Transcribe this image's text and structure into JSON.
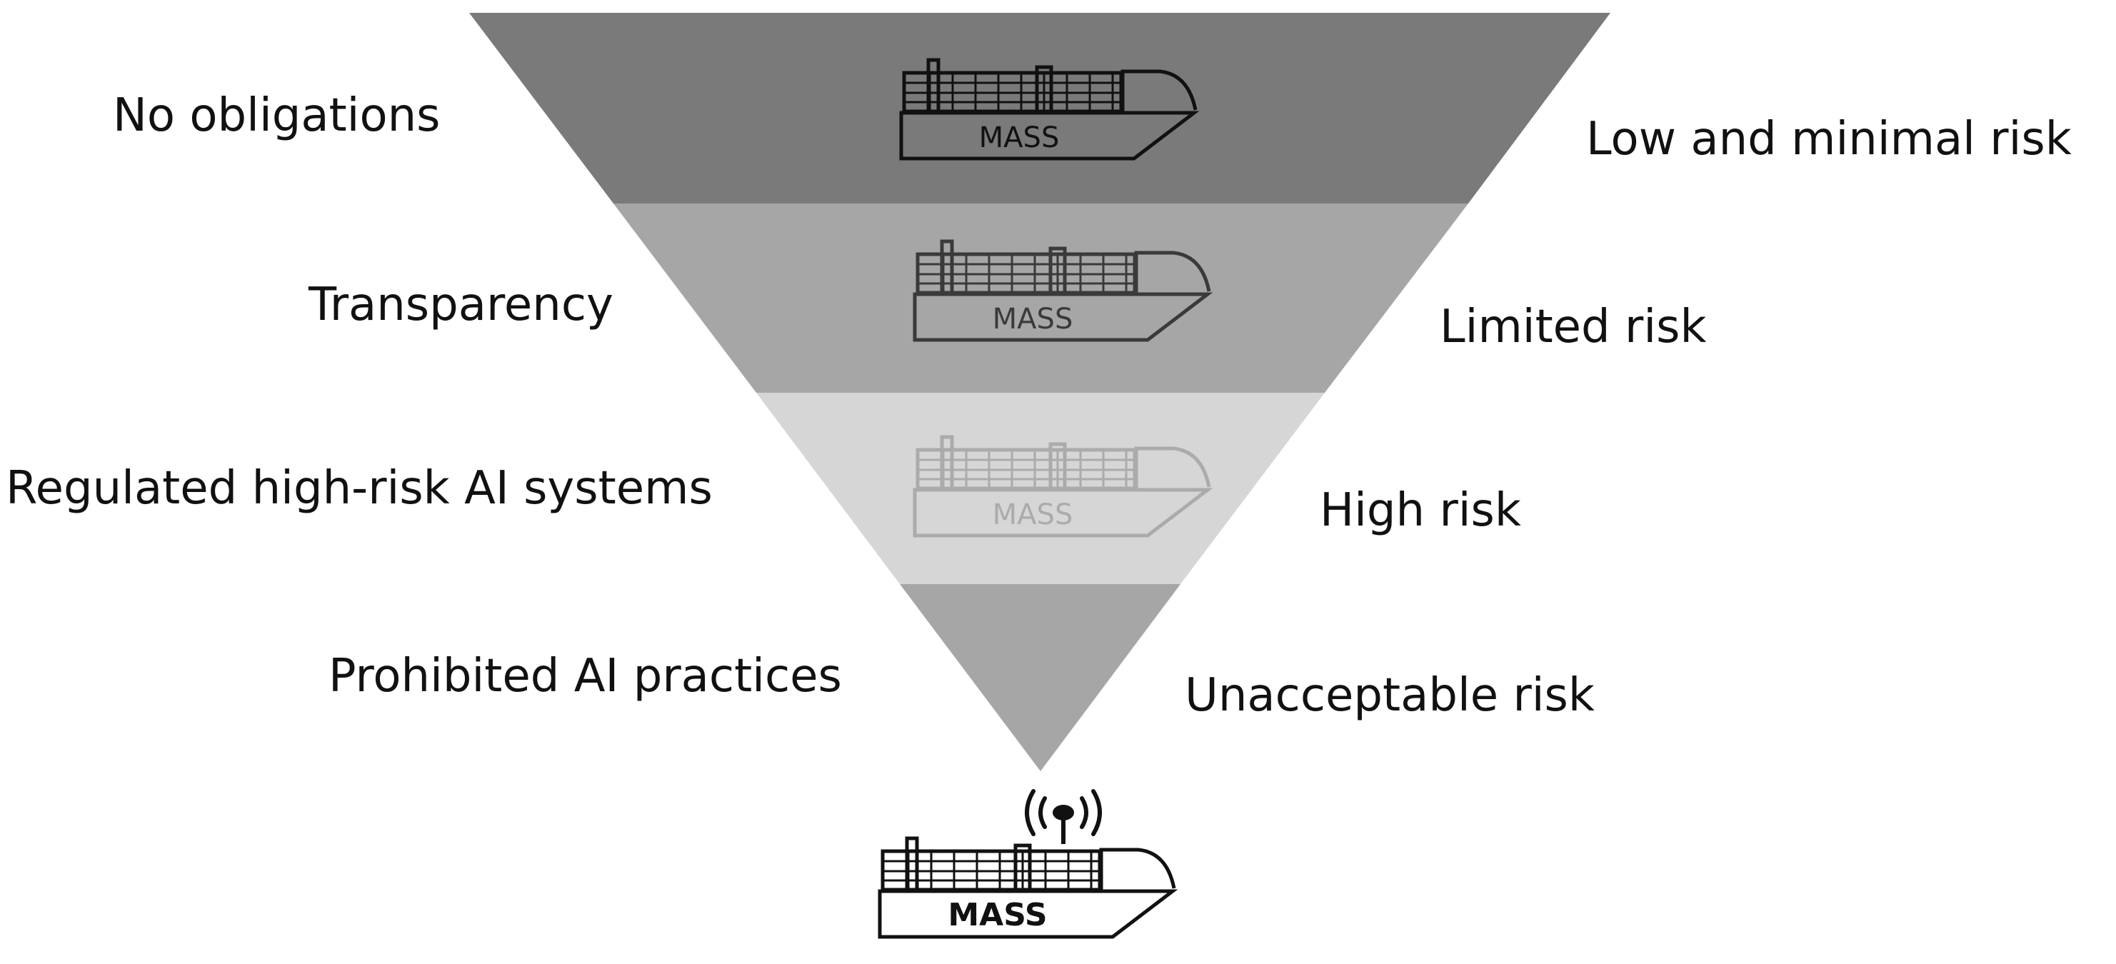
{
  "colors": {
    "tier1": "#7a7a7a",
    "tier2": "#a6a6a6",
    "tier3": "#d6d6d6",
    "tier4": "#a6a6a6",
    "ship_tier1": "#111111",
    "ship_tier2": "#3a3a3a",
    "ship_tier3": "#ababab",
    "text": "#111111"
  },
  "tiers": [
    {
      "obligation": "No obligations",
      "risk": "Low and minimal risk",
      "ship_label": "MASS"
    },
    {
      "obligation": "Transparency",
      "risk": "Limited risk",
      "ship_label": "MASS"
    },
    {
      "obligation": "Regulated high-risk AI systems",
      "risk": "High risk",
      "ship_label": "MASS"
    },
    {
      "obligation": "Prohibited AI practices",
      "risk": "Unacceptable risk"
    }
  ],
  "bottom_ship": {
    "label": "MASS",
    "icons": [
      "container-ship-icon",
      "antenna-signal-icon"
    ]
  }
}
